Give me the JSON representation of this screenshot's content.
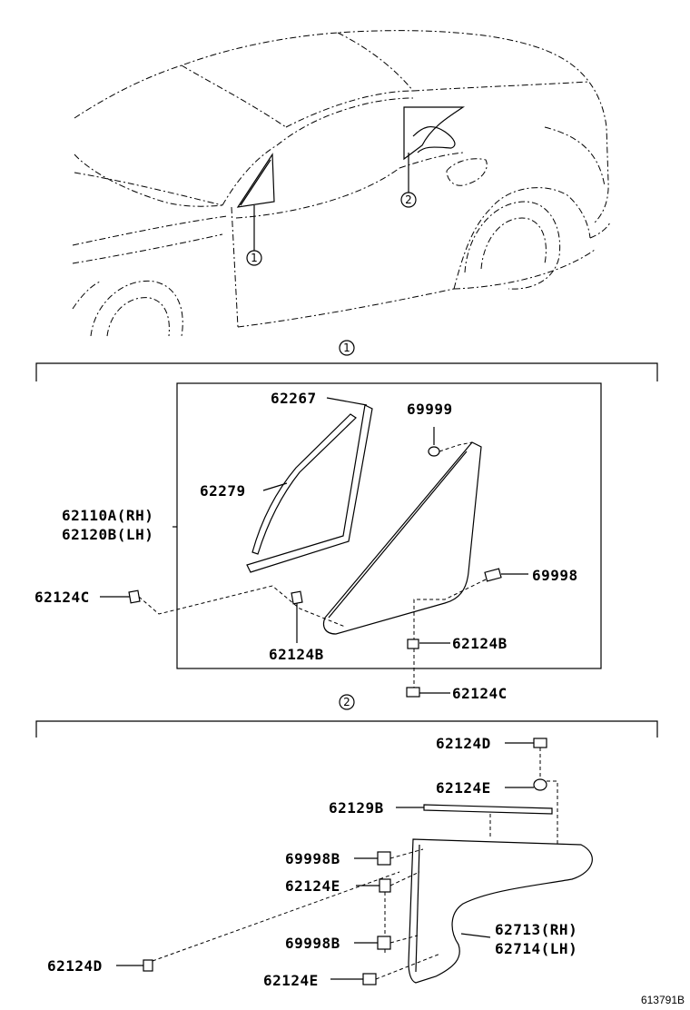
{
  "callouts": {
    "one": "1",
    "two": "2"
  },
  "section1": {
    "labels": {
      "p62267": "62267",
      "p69999": "69999",
      "p62279": "62279",
      "p62110A": "62110A(RH)",
      "p62120B": "62120B(LH)",
      "p62124C_left": "62124C",
      "p69998": "69998",
      "p62124B_right": "62124B",
      "p62124B_bottom": "62124B",
      "p62124C_bottom": "62124C"
    }
  },
  "section2": {
    "labels": {
      "p62124D_top": "62124D",
      "p62124E_top": "62124E",
      "p62129B": "62129B",
      "p69998B_a": "69998B",
      "p62124E_a": "62124E",
      "p69998B_b": "69998B",
      "p62713": "62713(RH)",
      "p62714": "62714(LH)",
      "p62124D_left": "62124D",
      "p62124E_b": "62124E"
    }
  },
  "footer": {
    "diagram_id": "613791B"
  }
}
